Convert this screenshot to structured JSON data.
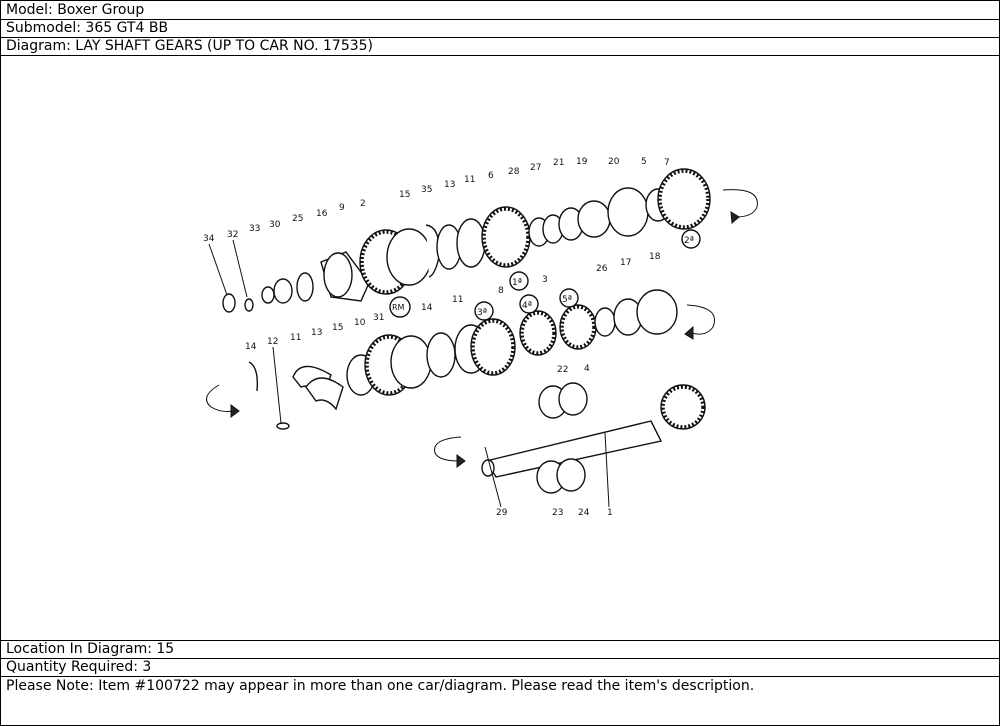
{
  "header": {
    "model": "Model: Boxer Group",
    "submodel": "Submodel: 365 GT4 BB",
    "diagram": "Diagram: LAY SHAFT GEARS (UP TO CAR NO. 17535)"
  },
  "diagram": {
    "callouts": [
      "34",
      "32",
      "33",
      "30",
      "25",
      "16",
      "9",
      "2",
      "15",
      "35",
      "13",
      "11",
      "6",
      "28",
      "27",
      "21",
      "19",
      "20",
      "5",
      "7",
      "14",
      "12",
      "11",
      "13",
      "15",
      "10",
      "31",
      "14",
      "11",
      "8",
      "3",
      "26",
      "17",
      "18",
      "22",
      "4",
      "29",
      "23",
      "24",
      "1"
    ],
    "gear_labels": [
      "1ª",
      "2ª",
      "3ª",
      "4ª",
      "5ª",
      "RM"
    ]
  },
  "footer": {
    "location": "Location In Diagram: 15",
    "quantity": "Quantity Required: 3",
    "note": "Please Note: Item #100722 may appear in more than one car/diagram. Please read the item's description."
  }
}
